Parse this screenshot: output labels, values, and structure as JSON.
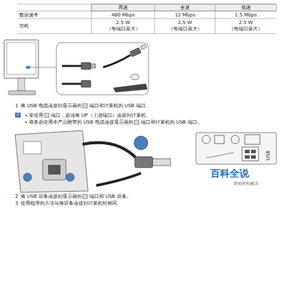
{
  "diagram": {
    "labels": [
      "高速",
      "全速",
      "低速",
      "数据速率",
      "480 Mbps",
      "12 Mbps",
      "1.5 Mbps",
      "功耗",
      "2.5 W",
      "（每端口最大）",
      "2.5 W",
      "（每端口最大）",
      "2.5 W",
      "（每端口最大）",
      "1",
      "将 USB 电缆连接到显示器的",
      "端口和计算机的 USB 端口。",
      "要使用",
      "端口，必须将 UP（上游端口）连接到计算机。",
      "请务必使用本产品附带的 USB 电缆连接显示器的",
      "端口和计算机的 USB 端口。",
      "USB",
      "百科全说",
      "助你轻松解决",
      "2",
      "将 USB 设备连接到显示器的",
      "端口和 USB 设备。",
      "3",
      "使用程序的方法与将设备连接到计算机时相同。"
    ]
  }
}
